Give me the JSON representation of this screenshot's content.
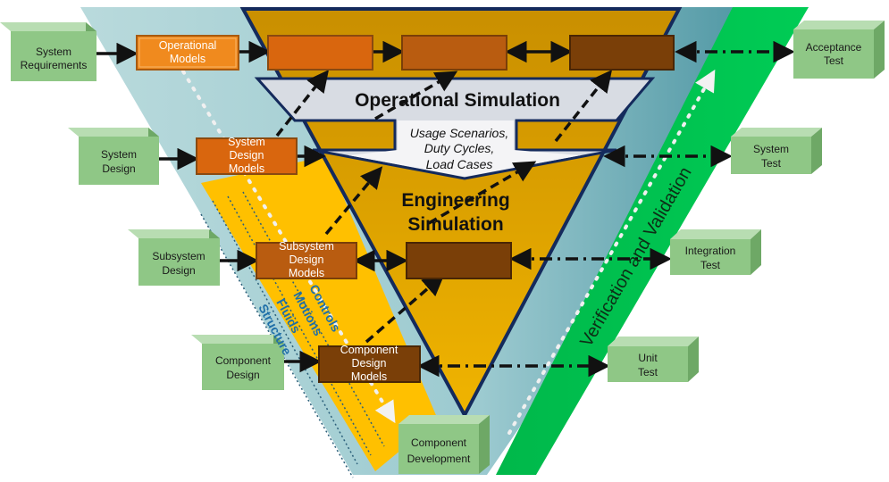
{
  "left_boxes": {
    "system_requirements": [
      "System",
      "Requirements"
    ],
    "system_design": [
      "System",
      "Design"
    ],
    "subsystem_design": [
      "Subsystem",
      "Design"
    ],
    "component_design": [
      "Component",
      "Design"
    ]
  },
  "right_boxes": {
    "acceptance_test": [
      "Acceptance",
      "Test"
    ],
    "system_test": [
      "System",
      "Test"
    ],
    "integration_test": [
      "Integration",
      "Test"
    ],
    "unit_test": [
      "Unit",
      "Test"
    ]
  },
  "bottom_box": [
    "Component",
    "Development"
  ],
  "models": {
    "operational": [
      "Operational",
      "Models"
    ],
    "system_design": [
      "System",
      "Design",
      "Models"
    ],
    "subsystem_design": [
      "Subsystem",
      "Design",
      "Models"
    ],
    "component_design": [
      "Component",
      "Design",
      "Models"
    ]
  },
  "operational_simulation": "Operational Simulation",
  "usage_text": [
    "Usage Scenarios,",
    "Duty Cycles,",
    "Load Cases"
  ],
  "engineering_simulation": [
    "Engineering",
    "Simulation"
  ],
  "disciplines": [
    "Controls",
    "Motions",
    "Fluids",
    "Structure"
  ],
  "verification_label": "Verification and Validation",
  "colors": {
    "outer_band": "#a9d1d6",
    "gold": "#e3a800",
    "green_band": "#00c050",
    "orange_light": "#f08a1e",
    "orange": "#d9660e",
    "orange_dark": "#b95c10",
    "brown": "#7a3f08",
    "box_green": "#8fc786",
    "yellow": "#ffc000"
  }
}
